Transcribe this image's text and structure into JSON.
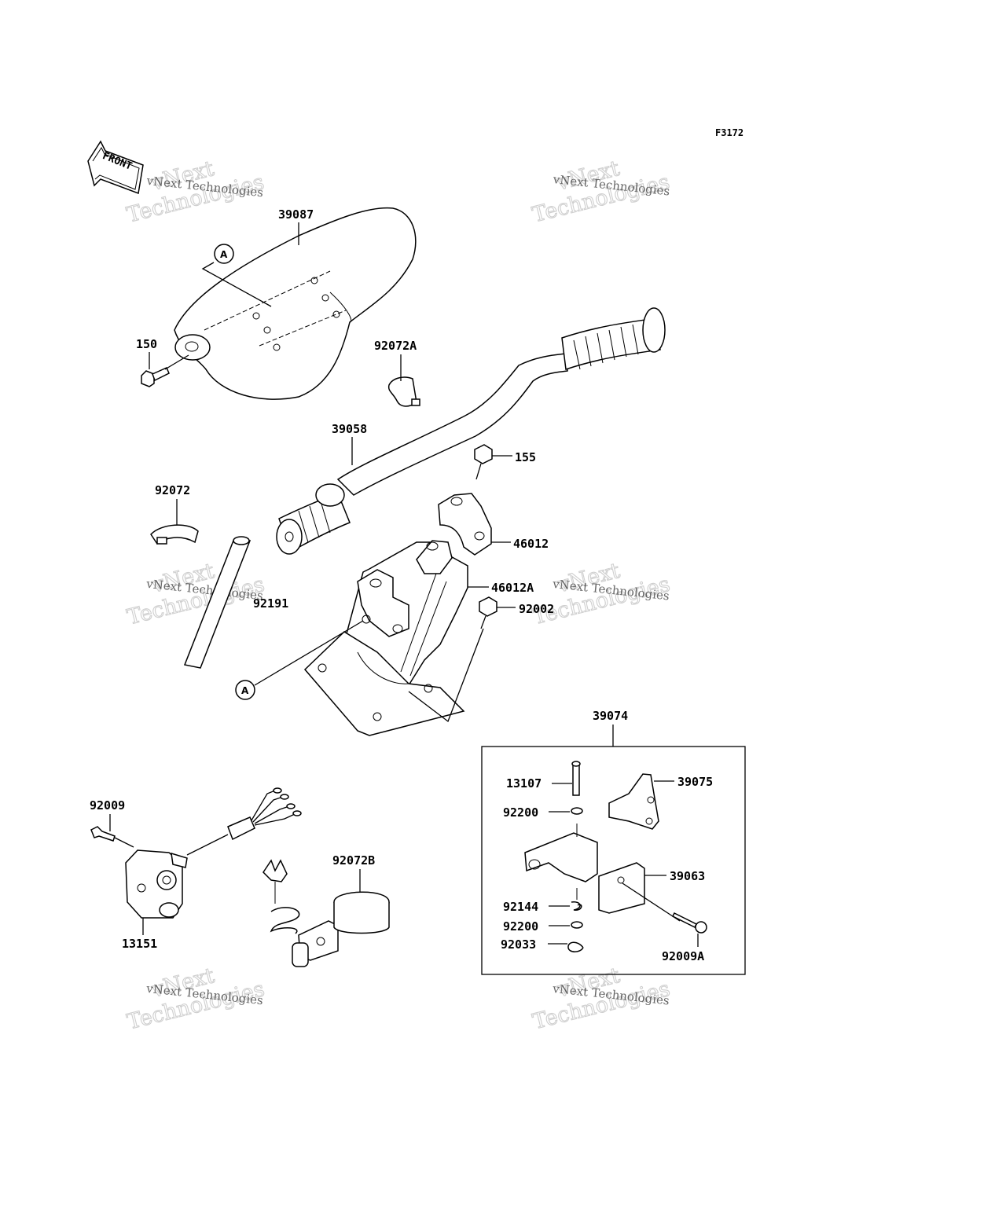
{
  "figure_code": "F3172",
  "front_label": "FRONT",
  "callout_letter": "A",
  "watermark": {
    "line1": "vNext",
    "line2": "vNext Technologies",
    "line3": "Technologies"
  },
  "parts": {
    "p39087": "39087",
    "p150": "150",
    "p92072A": "92072A",
    "p39058": "39058",
    "p155": "155",
    "p92072": "92072",
    "p46012": "46012",
    "p46012A": "46012A",
    "p92191": "92191",
    "p92002": "92002",
    "p39074": "39074",
    "p13107": "13107",
    "p39075": "39075",
    "p92200a": "92200",
    "p92009": "92009",
    "p92072B": "92072B",
    "p39063": "39063",
    "p92144": "92144",
    "p92200b": "92200",
    "p92033": "92033",
    "p13151": "13151",
    "p92009A": "92009A"
  }
}
